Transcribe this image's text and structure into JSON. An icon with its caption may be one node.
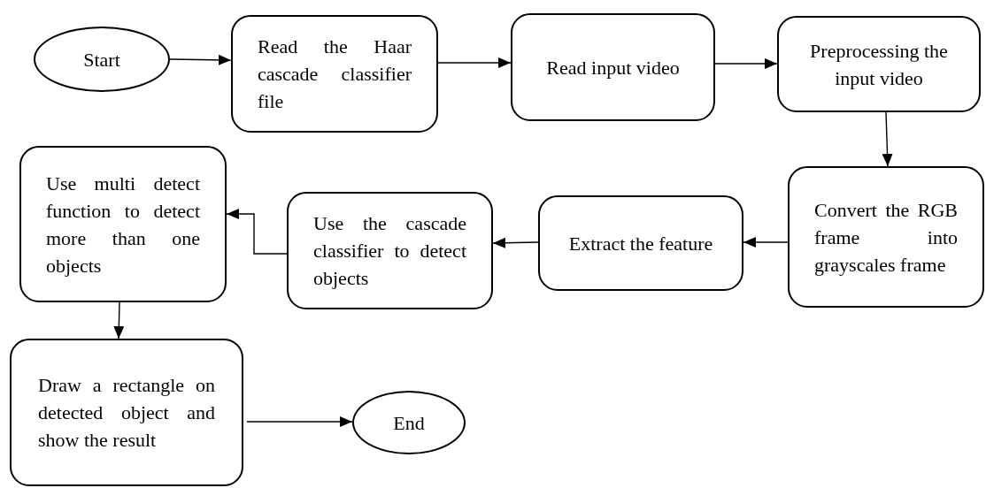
{
  "diagram": {
    "nodes": [
      {
        "text": [
          "Start"
        ]
      },
      {
        "text": [
          "Read the Haar cascade classifier file"
        ]
      },
      {
        "text": [
          "Read input video"
        ]
      },
      {
        "text": [
          "Preprocessing the input video"
        ]
      },
      {
        "text": [
          "Convert the RGB frame into grayscales frame"
        ]
      },
      {
        "text": [
          "Extract the feature"
        ]
      },
      {
        "text": [
          "Use the cascade classifier to detect objects"
        ]
      },
      {
        "text": [
          "Use multi detect function to detect more than one objects"
        ]
      },
      {
        "text": [
          "Draw a rectangle on detected object and show the result"
        ]
      },
      {
        "text": [
          "End"
        ]
      }
    ],
    "edges": [
      {
        "from": 0,
        "to": 1,
        "arrow": "to"
      },
      {
        "from": 1,
        "to": 2,
        "arrow": "to"
      },
      {
        "from": 2,
        "to": 3,
        "arrow": "to"
      },
      {
        "from": 3,
        "to": 4,
        "arrow": "to"
      },
      {
        "from": 4,
        "to": 5,
        "arrow": "to"
      },
      {
        "from": 5,
        "to": 6,
        "arrow": "to"
      },
      {
        "from": 6,
        "to": 7,
        "arrow": "to"
      },
      {
        "from": 7,
        "to": 8,
        "arrow": "to"
      },
      {
        "from": 8,
        "to": 9,
        "arrow": "to"
      }
    ]
  }
}
